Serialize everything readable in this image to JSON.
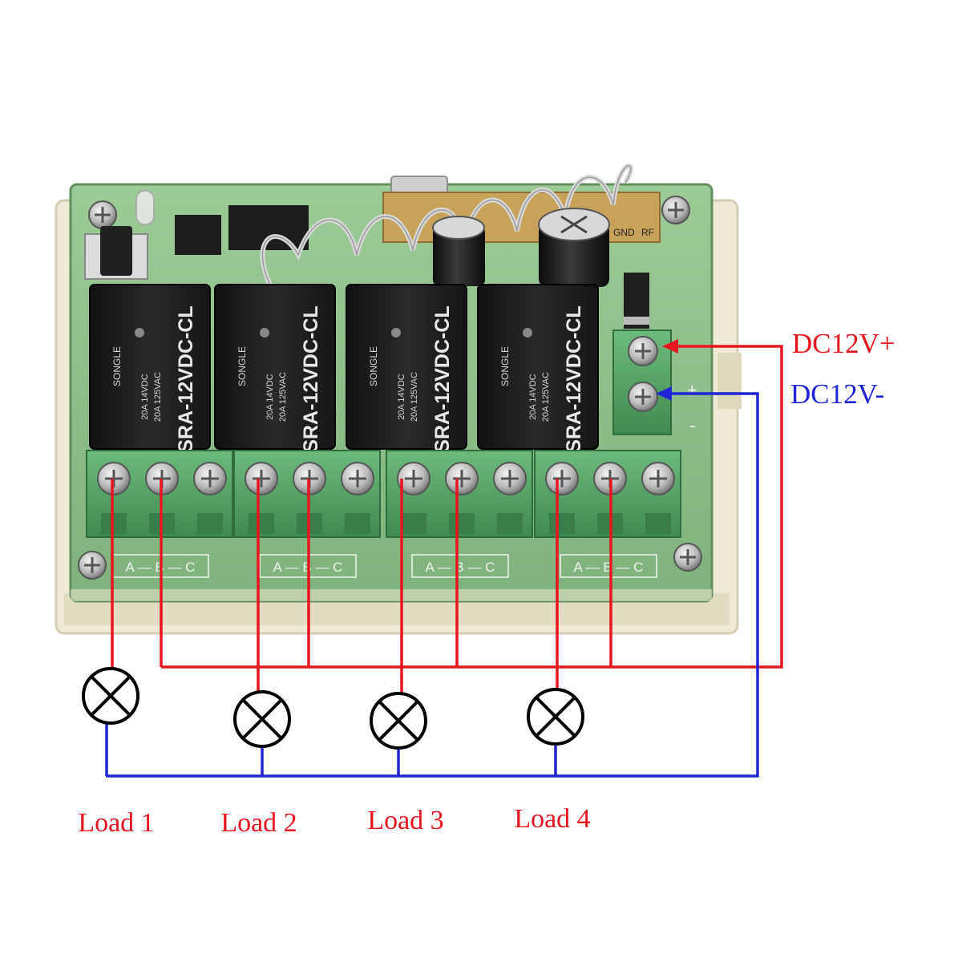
{
  "power": {
    "positive_label": "DC12V+",
    "negative_label": "DC12V-",
    "plus_mark": "+",
    "minus_mark": "-"
  },
  "loads": [
    {
      "label": "Load 1"
    },
    {
      "label": "Load 2"
    },
    {
      "label": "Load 3"
    },
    {
      "label": "Load 4"
    }
  ],
  "relays": [
    {
      "brand": "SONGLE",
      "model": "SRA-12VDC-CL",
      "rating_dc": "20A 14VDC",
      "rating_ac": "20A 125VAC"
    },
    {
      "brand": "SONGLE",
      "model": "SRA-12VDC-CL",
      "rating_dc": "20A 14VDC",
      "rating_ac": "20A 125VAC"
    },
    {
      "brand": "SONGLE",
      "model": "SRA-12VDC-CL",
      "rating_dc": "20A 14VDC",
      "rating_ac": "20A 125VAC"
    },
    {
      "brand": "SONGLE",
      "model": "SRA-12VDC-CL",
      "rating_dc": "20A 14VDC",
      "rating_ac": "20A 125VAC"
    }
  ],
  "terminal_groups": [
    {
      "label": "A — B — C"
    },
    {
      "label": "A — B — C"
    },
    {
      "label": "A — B — C"
    },
    {
      "label": "A — B — C"
    }
  ],
  "rf_module": {
    "label_gnd": "GND",
    "label_rf": "RF"
  },
  "colors": {
    "positive_wire": "#e8141e",
    "negative_wire": "#1f25d6",
    "pcb": "#8fbf8a",
    "relay": "#1b1b1b",
    "terminal": "#5aa86a",
    "enclosure": "#efe9d6"
  }
}
